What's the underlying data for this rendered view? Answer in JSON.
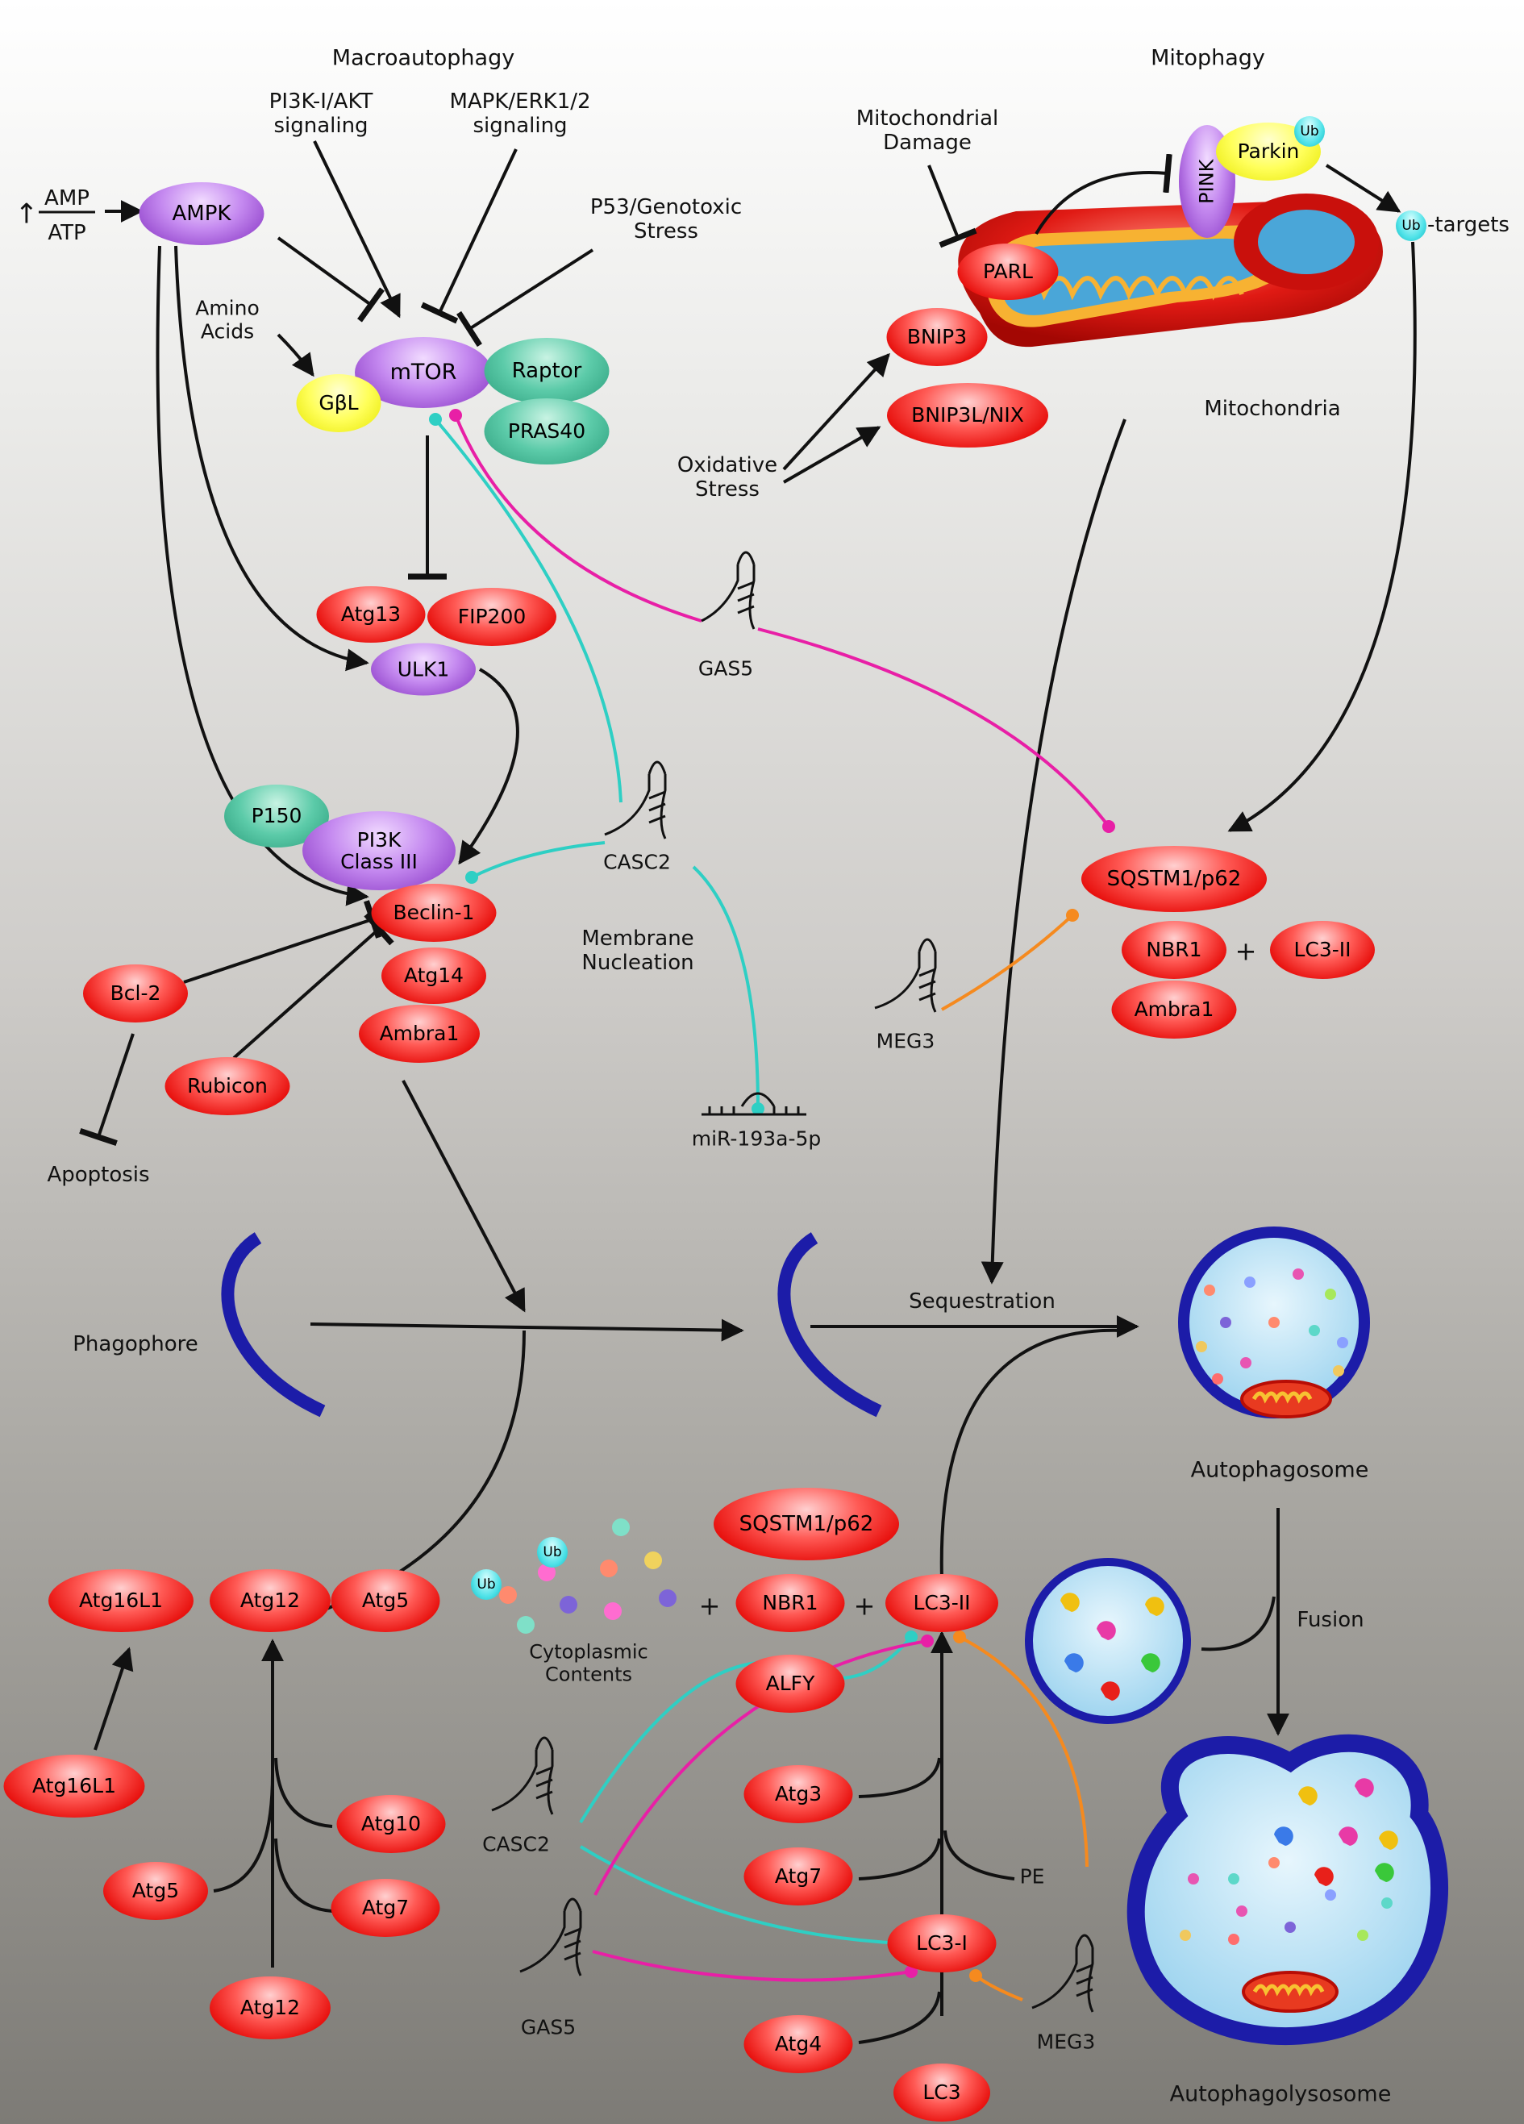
{
  "headers": {
    "macroautophagy": "Macroautophagy",
    "mitophagy": "Mitophagy"
  },
  "signals": {
    "amp": "AMP",
    "atp": "ATP",
    "up_arrow": "↑",
    "pi3k_akt": [
      "PI3K-I/AKT",
      "signaling"
    ],
    "mapk_erk": [
      "MAPK/ERK1/2",
      "signaling"
    ],
    "p53": [
      "P53/Genotoxic",
      "Stress"
    ],
    "amino_acids": [
      "Amino",
      "Acids"
    ],
    "mito_damage": [
      "Mitochondrial",
      "Damage"
    ],
    "oxidative_stress": [
      "Oxidative",
      "Stress"
    ],
    "ub_targets": "-targets"
  },
  "proteins": {
    "ampk": "AMPK",
    "mtor": "mTOR",
    "raptor": "Raptor",
    "pras40": "PRAS40",
    "gbl": "GβL",
    "atg13": "Atg13",
    "fip200": "FIP200",
    "ulk1": "ULK1",
    "p150": "P150",
    "pi3k_class3": [
      "PI3K",
      "Class III"
    ],
    "beclin1": "Beclin-1",
    "atg14": "Atg14",
    "ambra1": "Ambra1",
    "bcl2": "Bcl-2",
    "rubicon": "Rubicon",
    "apoptosis": "Apoptosis",
    "parl": "PARL",
    "bnip3": "BNIP3",
    "bnip3l": "BNIP3L/NIX",
    "pink": "PINK",
    "parkin": "Parkin",
    "ub": "Ub",
    "sqstm1": "SQSTM1/p62",
    "nbr1": "NBR1",
    "lc3ii": "LC3-II",
    "ambra1_mito": "Ambra1",
    "plus": "+",
    "atg16l1": "Atg16L1",
    "atg12": "Atg12",
    "atg5": "Atg5",
    "atg10": "Atg10",
    "atg7": "Atg7",
    "alfy": "ALFY",
    "atg3": "Atg3",
    "pe": "PE",
    "lc3i": "LC3-I",
    "atg4": "Atg4",
    "lc3": "LC3"
  },
  "rnas": {
    "gas5": "GAS5",
    "casc2": "CASC2",
    "meg3": "MEG3",
    "mir193": "miR-193a-5p"
  },
  "structures": {
    "mitochondria": "Mitochondria",
    "membrane_nucleation": [
      "Membrane",
      "Nucleation"
    ],
    "phagophore": "Phagophore",
    "sequestration": "Sequestration",
    "autophagosome": "Autophagosome",
    "fusion": "Fusion",
    "autophagolysosome": "Autophagolysosome",
    "cytoplasmic_contents": [
      "Cytoplasmic",
      "Contents"
    ]
  },
  "colors": {
    "protein_red": "#e8120f",
    "signaling_purple": "#9a4fd1",
    "teal_cofactor": "#2a9c7a",
    "casc2_line": "#2ecfc4",
    "gas5_line": "#e81fa6",
    "meg3_line": "#f58a1f",
    "membrane_blue": "#1c1ca8",
    "vesicle_fill": "#bfe6f7"
  }
}
